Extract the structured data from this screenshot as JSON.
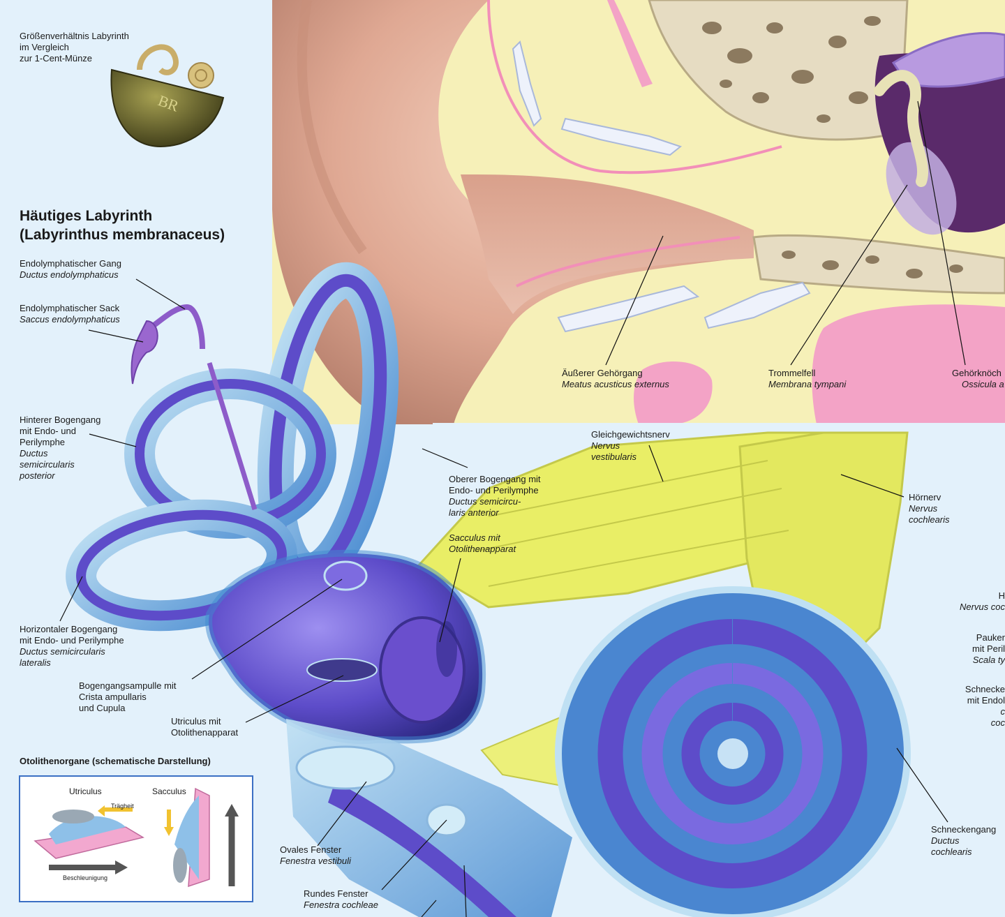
{
  "coin_note": [
    "Größenverhältnis Labyrinth",
    "im Vergleich",
    "zur 1-Cent-Münze"
  ],
  "title": [
    "Häutiges Labyrinth",
    "(Labyrinthus membranaceus)"
  ],
  "labels": {
    "endolymph_gang": [
      "Endolymphatischer Gang",
      "Ductus endolymphaticus"
    ],
    "endolymph_sack": [
      "Endolymphatischer Sack",
      "Saccus endolymphaticus"
    ],
    "hinterer": [
      "Hinterer Bogengang",
      "mit Endo- und",
      "Perilymphe",
      "Ductus",
      "semicircularis",
      "posterior"
    ],
    "horizontal": [
      "Horizontaler Bogengang",
      "mit Endo- und Perilymphe",
      "Ductus semicircularis",
      "lateralis"
    ],
    "ampulle": [
      "Bogengangsampulle mit",
      "Crista ampullaris",
      "und Cupula"
    ],
    "utriculus": [
      "Utriculus mit",
      "Otolithenapparat"
    ],
    "oberer": [
      "Oberer Bogengang mit",
      "Endo- und Perilymphe",
      "Ductus semicircu-",
      "laris anterior"
    ],
    "sacculus": [
      "Sacculus mit",
      "Otolithenapparat"
    ],
    "gehoergang": [
      "Äußerer Gehörgang",
      "Meatus acusticus externus"
    ],
    "trommelfell": [
      "Trommelfell",
      "Membrana tympani"
    ],
    "gehoerknoechel": [
      "Gehörknöch",
      "Ossicula a"
    ],
    "gleichgewicht": [
      "Gleichgewichtsnerv",
      "Nervus",
      "vestibularis"
    ],
    "hoernerv": [
      "Hörnerv",
      "Nervus",
      "cochlearis"
    ],
    "right_h": [
      "H",
      "Nervus coc"
    ],
    "pauker": [
      "Pauker",
      "mit Peril",
      "Scala ty"
    ],
    "schnecke_r": [
      "Schnecke",
      "mit Endol",
      "c",
      "coc"
    ],
    "schneckengang": [
      "Schneckengang",
      "Ductus",
      "cochlearis"
    ],
    "ovales": [
      "Ovales Fenster",
      "Fenestra vestibuli"
    ],
    "rundes": [
      "Rundes Fenster",
      "Fenestra cochleae"
    ]
  },
  "otolith_box": {
    "title": "Otolithenorgane (schematische Darstellung)",
    "utriculus": "Utriculus",
    "sacculus": "Sacculus",
    "traegheit": "Trägheit",
    "beschleunigung": "Beschleunigung"
  },
  "colors": {
    "background": "#e3f1fb",
    "skin": "#e8b9a4",
    "fat": "#f6f0b8",
    "bone": "#e6dcc2",
    "labyrinth": "#5d4cc9",
    "nerve": "#e9ee66"
  }
}
